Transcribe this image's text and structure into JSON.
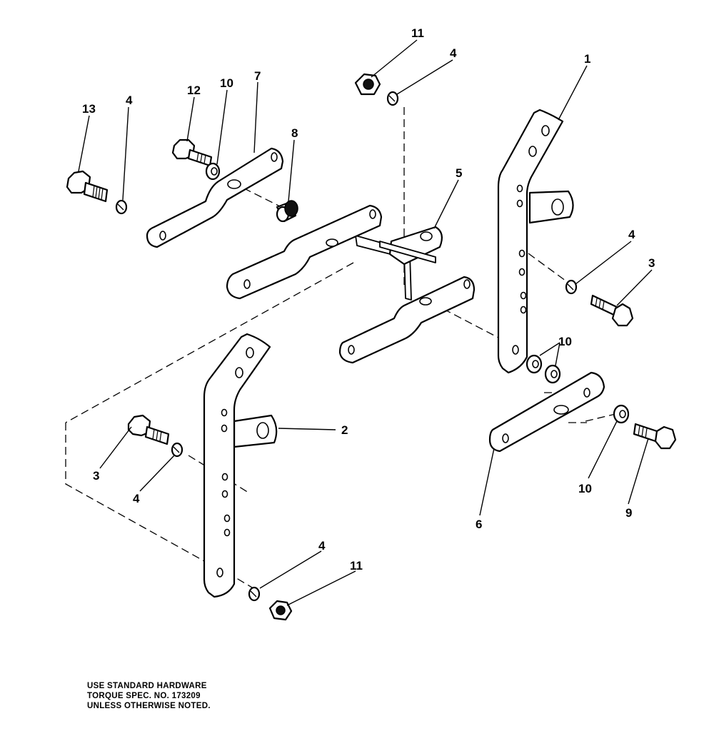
{
  "callouts": {
    "c1": "1",
    "c2": "2",
    "c3a": "3",
    "c3b": "3",
    "c4a": "4",
    "c4b": "4",
    "c4c": "4",
    "c4d": "4",
    "c4e": "4",
    "c5": "5",
    "c6": "6",
    "c7": "7",
    "c8": "8",
    "c9": "9",
    "c10a": "10",
    "c10b": "10",
    "c10c": "10",
    "c11a": "11",
    "c11b": "11",
    "c12": "12",
    "c13": "13"
  },
  "note": {
    "line1": "USE STANDARD HARDWARE",
    "line2": "TORQUE SPEC. NO. 173209",
    "line3": "UNLESS OTHERWISE NOTED."
  }
}
